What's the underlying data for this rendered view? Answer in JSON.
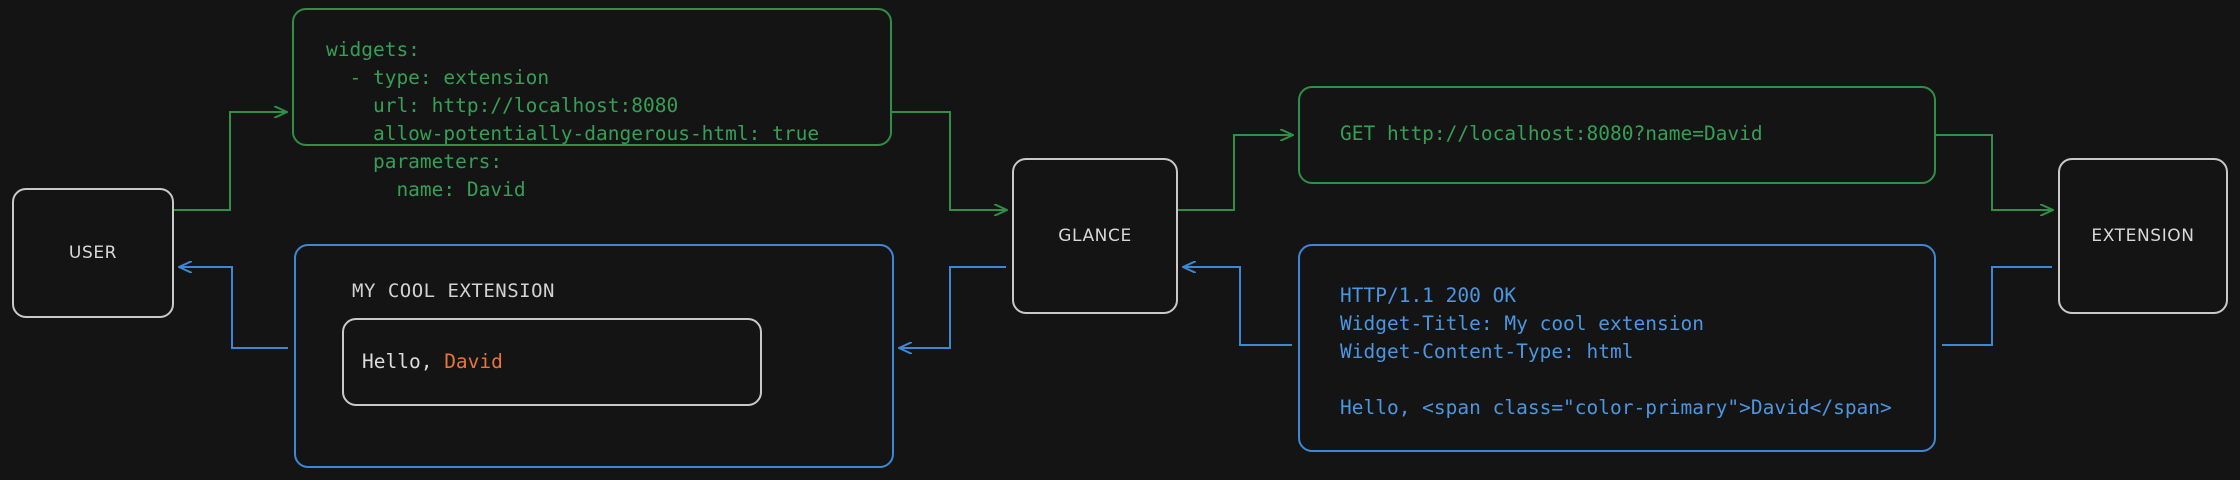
{
  "colors": {
    "background": "#141414",
    "green": "#35a055",
    "green_border": "#2f8f46",
    "blue": "#4c96e0",
    "blue_border": "#3d87d4",
    "neutral": "#c9c9c9",
    "accent_orange": "#e8743b"
  },
  "nodes": {
    "user": {
      "label": "USER"
    },
    "glance": {
      "label": "GLANCE"
    },
    "extension": {
      "label": "EXTENSION"
    }
  },
  "yaml_config": {
    "lines": "widgets:\n  - type: extension\n    url: http://localhost:8080\n    allow-potentially-dangerous-html: true\n    parameters:\n      name: David"
  },
  "http_request": {
    "lines": "GET http://localhost:8080?name=David"
  },
  "http_response": {
    "lines": "HTTP/1.1 200 OK\nWidget-Title: My cool extension\nWidget-Content-Type: html\n\nHello, <span class=\"color-primary\">David</span>"
  },
  "rendered_widget": {
    "title": "MY COOL EXTENSION",
    "greeting_prefix": "Hello, ",
    "greeting_name": "David"
  }
}
